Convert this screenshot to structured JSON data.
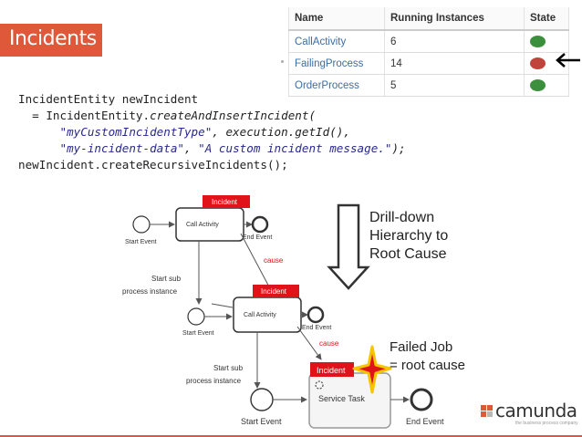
{
  "title": "Incidents",
  "instances_table": {
    "headers": [
      "Name",
      "Running Instances",
      "State"
    ],
    "rows": [
      {
        "name": "CallActivity",
        "count": "6",
        "state_color": "#3c8f3c"
      },
      {
        "name": "FailingProcess",
        "count": "14",
        "state_color": "#c0443c"
      },
      {
        "name": "OrderProcess",
        "count": "5",
        "state_color": "#3c8f3c"
      }
    ]
  },
  "code": {
    "line1": "IncidentEntity newIncident",
    "line2_prefix": "  = IncidentEntity.",
    "line2_call": "createAndInsertIncident(",
    "line3_str": "\"myCustomIncidentType\"",
    "line3_rest": ", execution.getId(),",
    "line4_str1": "\"my-incident-data\"",
    "line4_sep": ", ",
    "line4_str2": "\"A custom incident message.\"",
    "line4_end": ");",
    "line5": "newIncident.createRecursiveIncidents();"
  },
  "diagram": {
    "incident_label": "Incident",
    "start_event": "Start Event",
    "end_event": "End Event",
    "call_activity": "Call Activity",
    "service_task": "Service Task",
    "cause": "cause",
    "start_sub_line1": "Start sub",
    "start_sub_line2": "process instance",
    "drill_line1": "Drill-down",
    "drill_line2": "Hierarchy to",
    "drill_line3": "Root Cause",
    "failed_line1": "Failed Job",
    "failed_line2": "= root cause"
  },
  "brand": {
    "name": "camunda",
    "tagline": "the business process company",
    "accent": "#e0583a"
  }
}
